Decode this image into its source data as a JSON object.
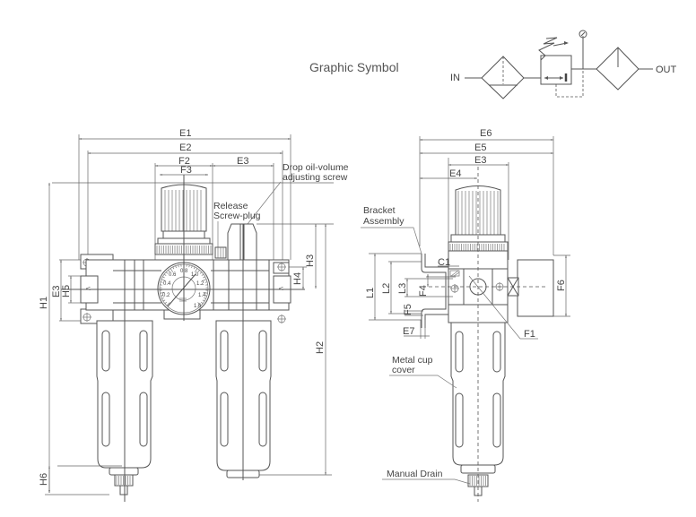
{
  "graphic_symbol": {
    "title": "Graphic Symbol",
    "in_label": "IN",
    "out_label": "OUT"
  },
  "front_view": {
    "dimensions": {
      "E1": "E1",
      "E2": "E2",
      "E3_top": "E3",
      "F2": "F2",
      "F3": "F3",
      "E3_side": "E3",
      "H5": "H5",
      "H1": "H1",
      "H2": "H2",
      "H3": "H3",
      "H4": "H4",
      "H6": "H6"
    },
    "callouts": {
      "drop_oil": [
        "Drop oil-volume",
        "adjusting screw"
      ],
      "release": [
        "Release",
        "Screw-plug"
      ]
    },
    "gauge_ticks": [
      "0.2",
      "0.4",
      "0.6",
      "0.8",
      "1.0",
      "1.2",
      "1.4",
      "1.6"
    ]
  },
  "side_view": {
    "dimensions": {
      "E6": "E6",
      "E5": "E5",
      "E3": "E3",
      "E4": "E4",
      "C1": "C1",
      "L1": "L1",
      "L2": "L2",
      "L3": "L3",
      "F4": "F4",
      "F5": "F5",
      "E7": "E7",
      "F1": "F1",
      "F6": "F6"
    },
    "callouts": {
      "bracket": [
        "Bracket",
        "Assembly"
      ],
      "metal_cup": [
        "Metal cup",
        "cover"
      ],
      "manual_drain": "Manual Drain"
    }
  }
}
